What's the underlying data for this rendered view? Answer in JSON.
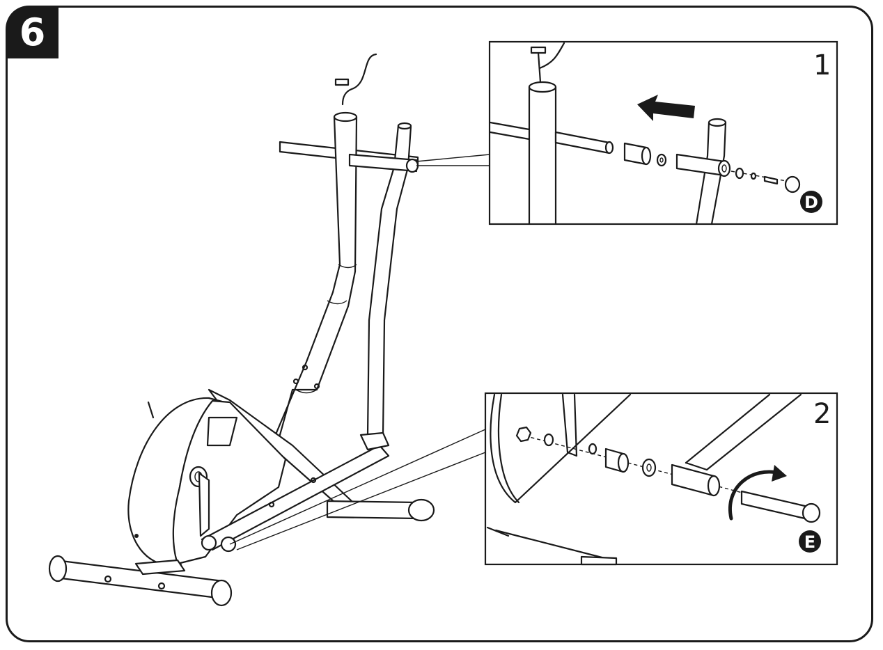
{
  "step": {
    "number": "6"
  },
  "detail_1": {
    "number": "1",
    "part_label": "D"
  },
  "detail_2": {
    "number": "2",
    "part_label": "E"
  },
  "colors": {
    "line": "#1a1a1a",
    "background": "#ffffff"
  }
}
